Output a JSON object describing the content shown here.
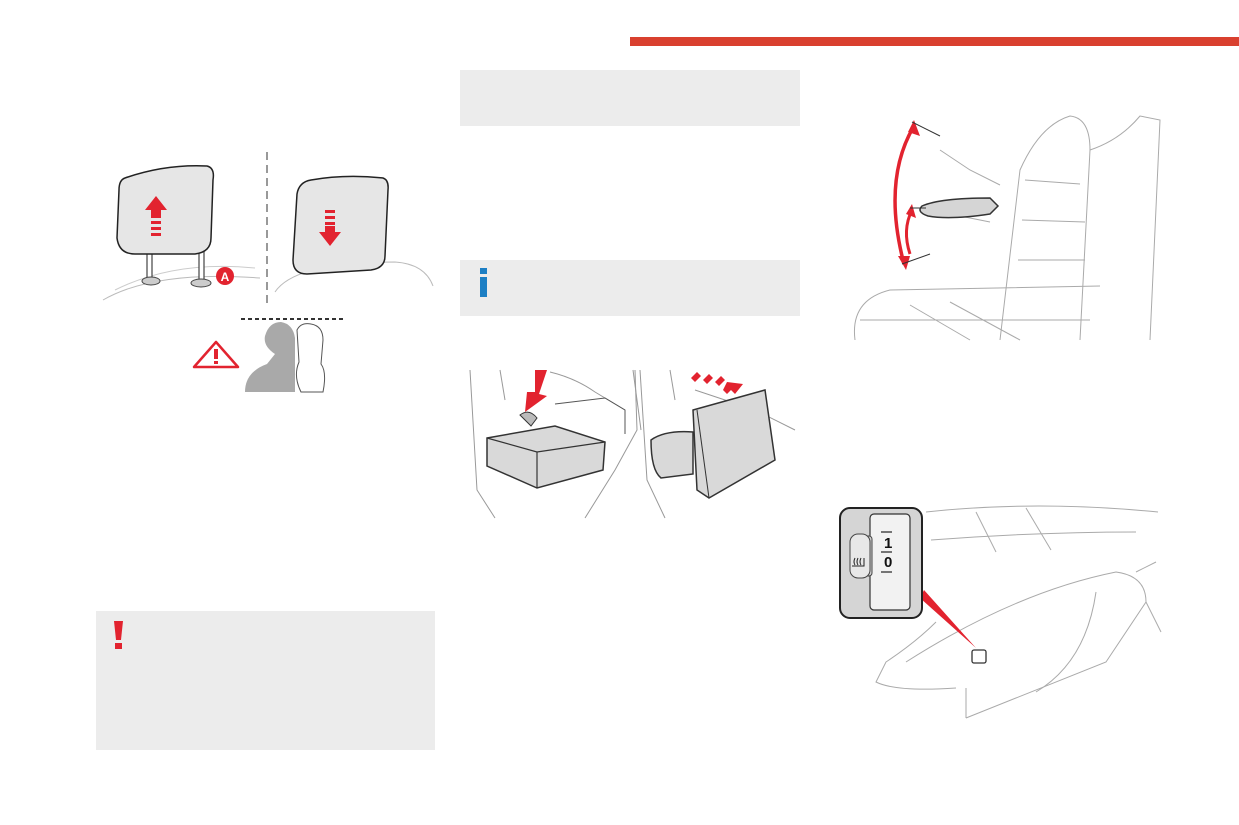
{
  "headrest": {
    "marker_a": "A"
  },
  "heated_seat_switch": {
    "levels": [
      "1",
      "0"
    ]
  },
  "colors": {
    "accent_red": "#d9402f",
    "arrow_red": "#e2232f",
    "info_blue": "#1d7fc4",
    "box_grey": "#ececec"
  },
  "icons": {
    "warning": "exclamation-icon",
    "info": "info-icon",
    "caution": "warning-triangle-icon"
  }
}
